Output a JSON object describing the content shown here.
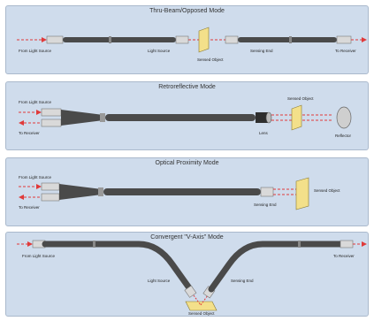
{
  "colors": {
    "panel_bg": "#cfdcec",
    "panel_border": "#aab9cc",
    "cable": "#4a4a4a",
    "cable_dark": "#2e2e2e",
    "connector": "#d9d9d9",
    "target": "#f3e08a",
    "beam": "#e03a3a",
    "reflector": "#cfcfcf"
  },
  "panels": [
    {
      "title": "Thru-Beam/Opposed Mode",
      "labels": {
        "source": "From Light Source",
        "light_source": "Light Source",
        "object": "Sensed Object",
        "sensing_end": "Sensing End",
        "receiver": "To Receiver"
      }
    },
    {
      "title": "Retroreflective Mode",
      "labels": {
        "source": "From Light Source",
        "receiver": "To Receiver",
        "lens": "Lens",
        "object": "Sensed Object",
        "reflector": "Reflector"
      }
    },
    {
      "title": "Optical Proximity Mode",
      "labels": {
        "source": "From Light Source",
        "receiver": "To Receiver",
        "sensing_end": "Sensing End",
        "object": "Sensed Object"
      }
    },
    {
      "title": "Convergent \"V-Axis\" Mode",
      "labels": {
        "source": "From Light Source",
        "light_source": "Light Source",
        "sensing_end": "Sensing End",
        "object": "Sensed Object",
        "receiver": "To Receiver"
      }
    }
  ]
}
